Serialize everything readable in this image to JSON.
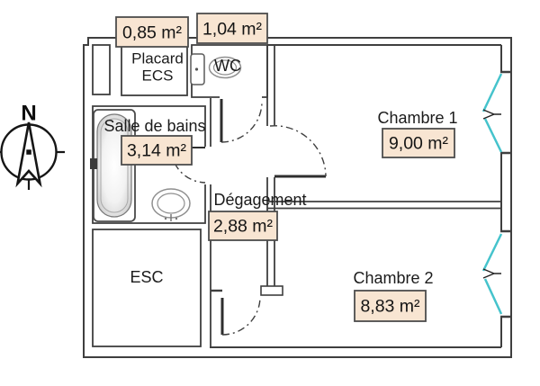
{
  "plan": {
    "compass": {
      "north_label": "N"
    },
    "rooms": {
      "placard": {
        "name_line1": "Placard",
        "name_line2": "ECS",
        "area": "0,85 m²"
      },
      "wc": {
        "name": "WC",
        "area": "1,04 m²"
      },
      "salle_de_bains": {
        "name": "Salle de bains",
        "area": "3,14 m²"
      },
      "degagement": {
        "name": "Dégagement",
        "area": "2,88 m²"
      },
      "esc": {
        "name": "ESC"
      },
      "chambre1": {
        "name": "Chambre 1",
        "area": "9,00 m²"
      },
      "chambre2": {
        "name": "Chambre 2",
        "area": "8,83 m²"
      }
    },
    "colors": {
      "window": "#45c3cc",
      "label_bg": "#f8e5d2",
      "label_border": "#4d4d4d",
      "wall": "#3f3f3f"
    }
  }
}
